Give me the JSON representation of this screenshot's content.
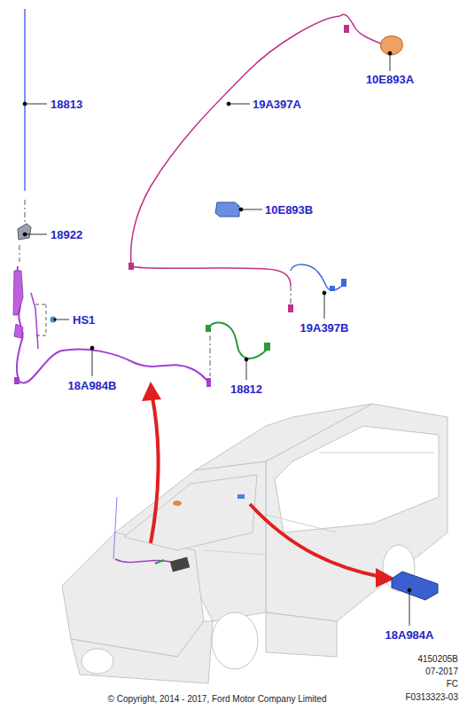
{
  "diagram": {
    "labels": [
      "18813",
      "19A397A",
      "10E893A",
      "10E893B",
      "18922",
      "HS1",
      "19A397B",
      "18A984B",
      "18812",
      "18A984A",
      "4150205B",
      "07-2017",
      "FC",
      "F0313323-03",
      "© Copyright, 2014 - 2017, Ford Motor Company Limited"
    ]
  }
}
